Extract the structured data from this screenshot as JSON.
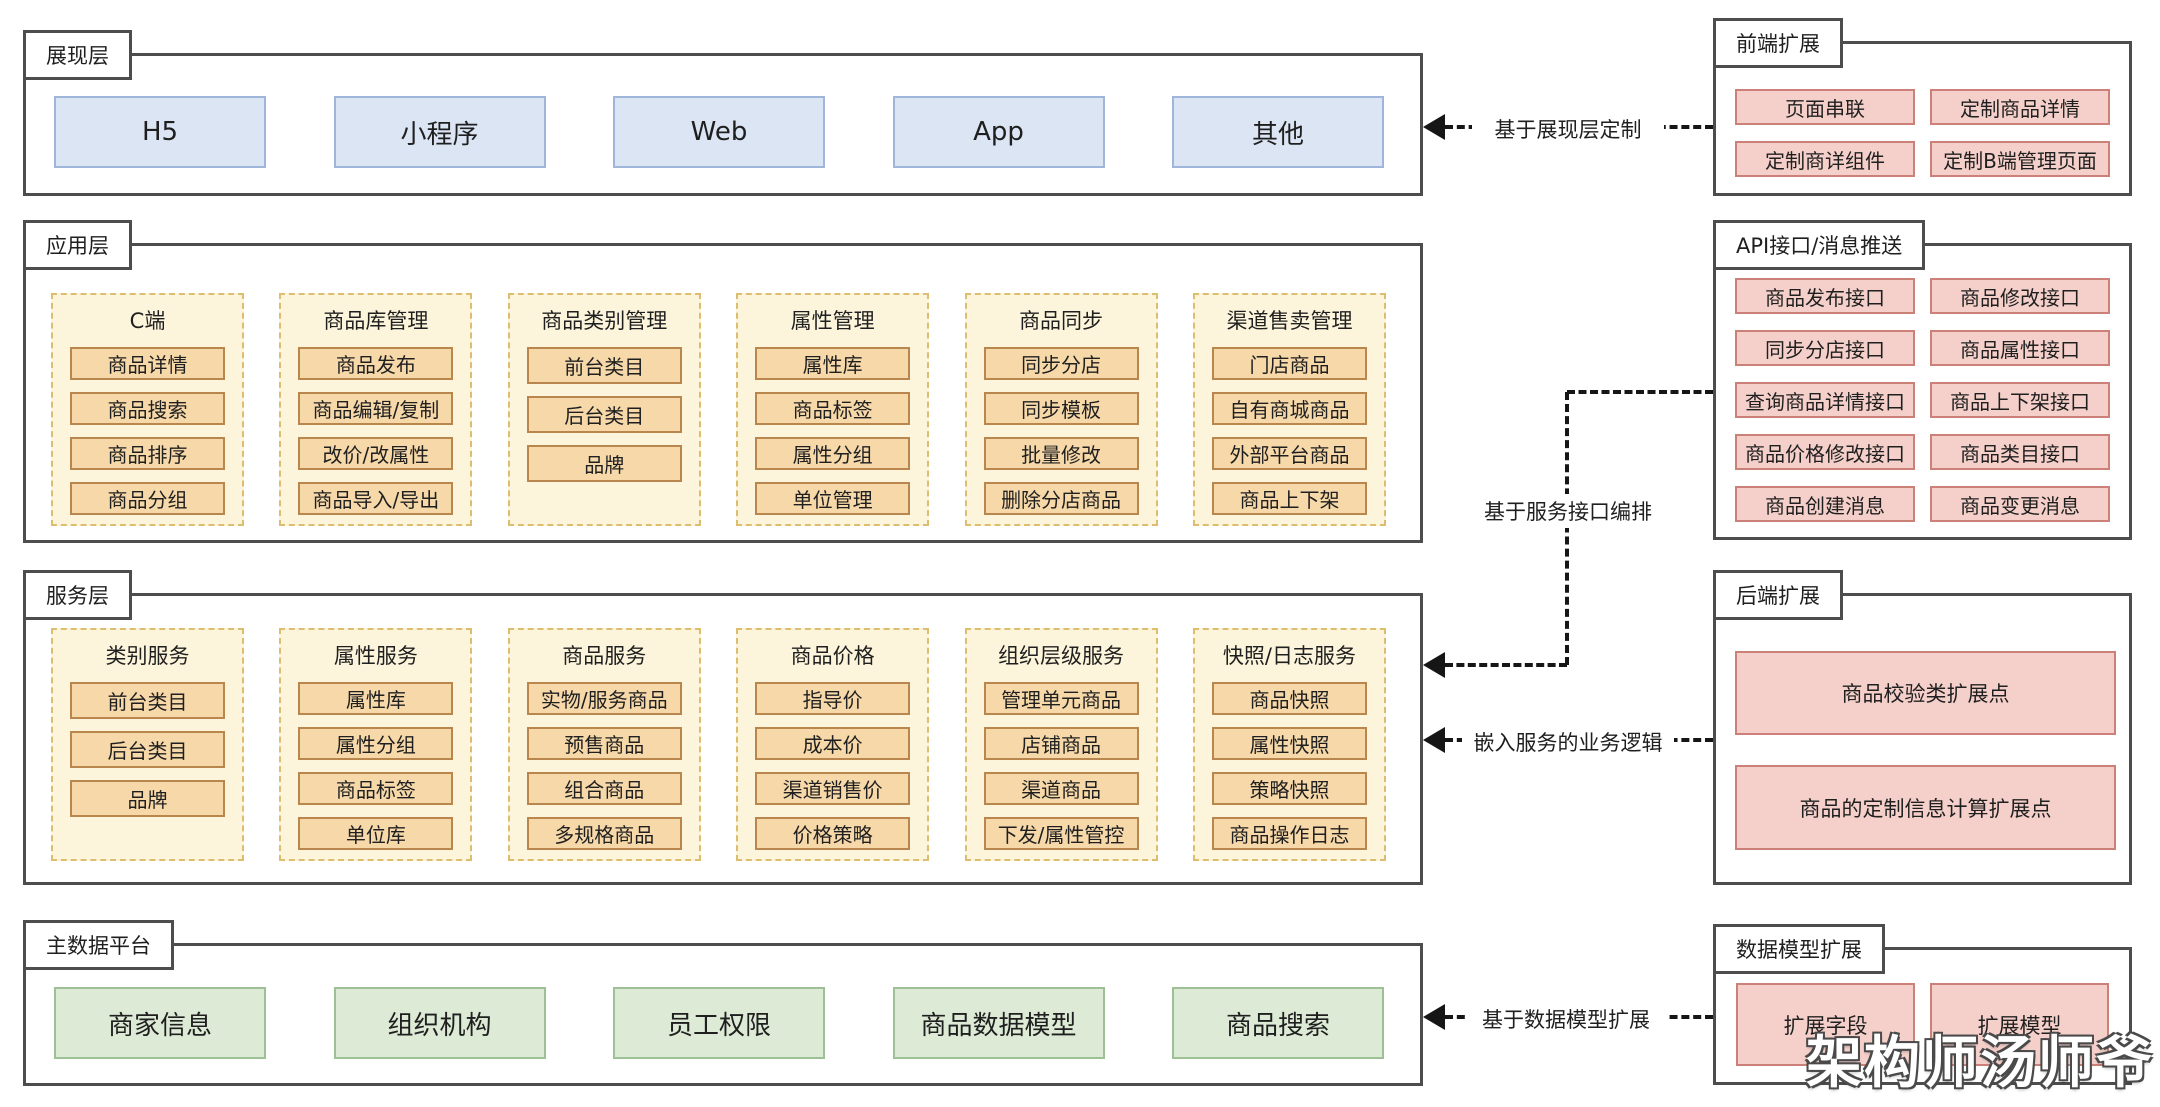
{
  "layers": {
    "presentation": {
      "tab": "展现层",
      "items": [
        "H5",
        "小程序",
        "Web",
        "App",
        "其他"
      ]
    },
    "application": {
      "tab": "应用层",
      "columns": [
        {
          "title": "C端",
          "items": [
            "商品详情",
            "商品搜索",
            "商品排序",
            "商品分组"
          ]
        },
        {
          "title": "商品库管理",
          "items": [
            "商品发布",
            "商品编辑/复制",
            "改价/改属性",
            "商品导入/导出"
          ]
        },
        {
          "title": "商品类别管理",
          "items": [
            "前台类目",
            "后台类目",
            "品牌"
          ]
        },
        {
          "title": "属性管理",
          "items": [
            "属性库",
            "商品标签",
            "属性分组",
            "单位管理"
          ]
        },
        {
          "title": "商品同步",
          "items": [
            "同步分店",
            "同步模板",
            "批量修改",
            "删除分店商品"
          ]
        },
        {
          "title": "渠道售卖管理",
          "items": [
            "门店商品",
            "自有商城商品",
            "外部平台商品",
            "商品上下架"
          ]
        }
      ]
    },
    "service": {
      "tab": "服务层",
      "columns": [
        {
          "title": "类别服务",
          "items": [
            "前台类目",
            "后台类目",
            "品牌"
          ]
        },
        {
          "title": "属性服务",
          "items": [
            "属性库",
            "属性分组",
            "商品标签",
            "单位库"
          ]
        },
        {
          "title": "商品服务",
          "items": [
            "实物/服务商品",
            "预售商品",
            "组合商品",
            "多规格商品"
          ]
        },
        {
          "title": "商品价格",
          "items": [
            "指导价",
            "成本价",
            "渠道销售价",
            "价格策略"
          ]
        },
        {
          "title": "组织层级服务",
          "items": [
            "管理单元商品",
            "店铺商品",
            "渠道商品",
            "下发/属性管控"
          ]
        },
        {
          "title": "快照/日志服务",
          "items": [
            "商品快照",
            "属性快照",
            "策略快照",
            "商品操作日志"
          ]
        }
      ]
    },
    "master_data": {
      "tab": "主数据平台",
      "items": [
        "商家信息",
        "组织机构",
        "员工权限",
        "商品数据模型",
        "商品搜索"
      ]
    }
  },
  "extensions": {
    "frontend": {
      "tab": "前端扩展",
      "items": [
        "页面串联",
        "定制商品详情",
        "定制商详组件",
        "定制B端管理页面"
      ]
    },
    "api": {
      "tab": "API接口/消息推送",
      "items": [
        "商品发布接口",
        "商品修改接口",
        "同步分店接口",
        "商品属性接口",
        "查询商品详情接口",
        "商品上下架接口",
        "商品价格修改接口",
        "商品类目接口",
        "商品创建消息",
        "商品变更消息"
      ]
    },
    "backend": {
      "tab": "后端扩展",
      "items": [
        "商品校验类扩展点",
        "商品的定制信息计算扩展点"
      ]
    },
    "data_model": {
      "tab": "数据模型扩展",
      "items": [
        "扩展字段",
        "扩展模型"
      ]
    }
  },
  "arrows": {
    "presentation": "基于展现层定制",
    "service_api": "基于服务接口编排",
    "service_backend": "嵌入服务的业务逻辑",
    "master_data": "基于数据模型扩展"
  },
  "watermark": "架构师汤师爷",
  "colors": {
    "border_dark": "#4d4d4d",
    "blue_fill": "#dbe5f4",
    "green_fill": "#ddead6",
    "column_fill": "#fdf5db",
    "tan_fill": "#f6d8a9",
    "pink_fill": "#f5d0ca"
  }
}
